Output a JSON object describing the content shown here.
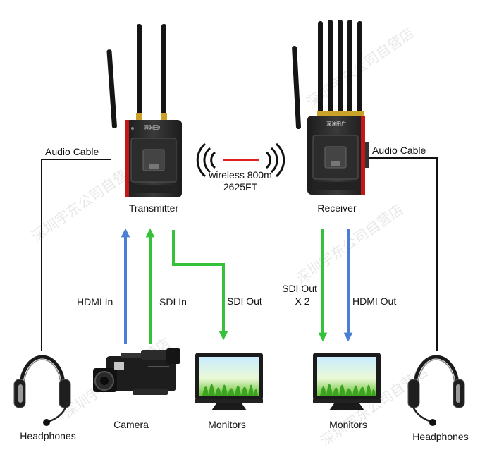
{
  "diagram": {
    "devices": {
      "transmitter": "Transmitter",
      "receiver": "Receiver",
      "camera": "Camera",
      "monitor_left": "Monitors",
      "monitor_right": "Monitors",
      "headphones_left": "Headphones",
      "headphones_right": "Headphones"
    },
    "connections": {
      "audio_cable_left": "Audio Cable",
      "audio_cable_right": "Audio Cable",
      "hdmi_in": "HDMI In",
      "sdi_in": "SDI In",
      "sdi_out": "SDI Out",
      "sdi_out_x2_line1": "SDI Out",
      "sdi_out_x2_line2": "X 2",
      "hdmi_out": "HDMI Out"
    },
    "wireless": {
      "line1": "wireless 800m",
      "line2": "2625FT"
    },
    "device_badge": "深渊田广",
    "watermark": "深圳宇东公司自营店",
    "colors": {
      "hdmi": "#4a7fd4",
      "sdi": "#36c13a",
      "cable": "#111111",
      "wireless_signal": "#e02020",
      "accent_red": "#c41818"
    }
  }
}
